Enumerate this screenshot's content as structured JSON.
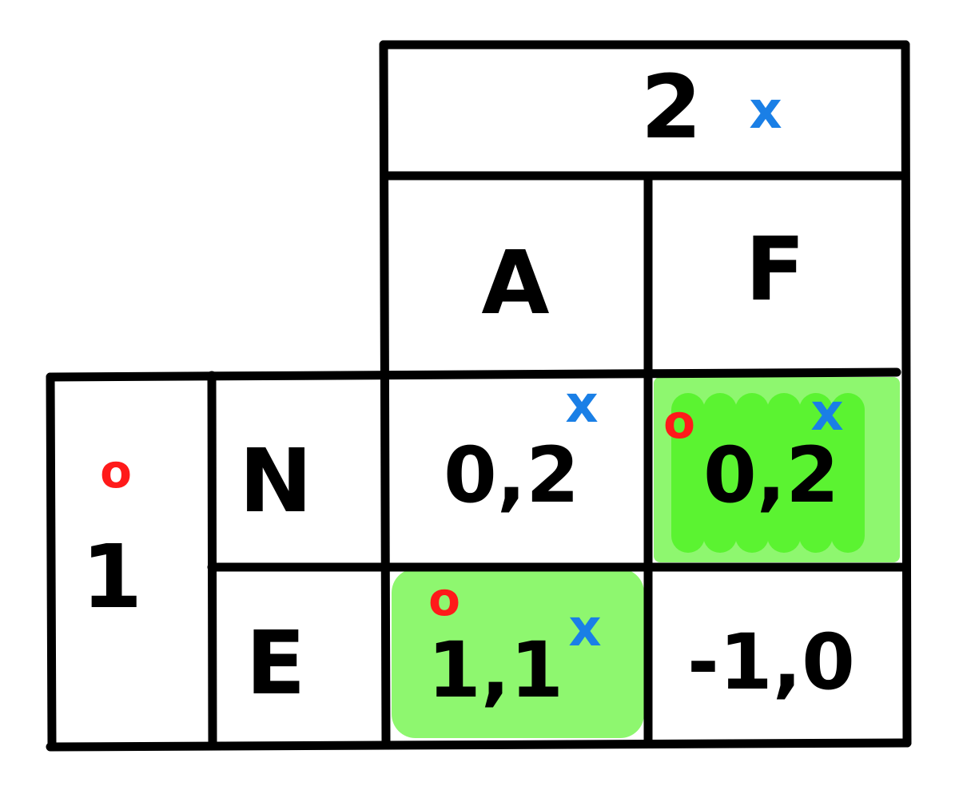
{
  "game": {
    "player2": {
      "label": "2",
      "mark": "x"
    },
    "player1": {
      "label": "1",
      "mark": "o"
    },
    "col_strategies": [
      "A",
      "F"
    ],
    "row_strategies": [
      "N",
      "E"
    ],
    "payoffs": [
      [
        "0,2",
        "0,2"
      ],
      [
        "1,1",
        "-1,0"
      ]
    ],
    "colors": {
      "ink": "#000000",
      "highlight": "#8ef76f",
      "highlight_strong": "#33f000",
      "p1_mark": "#ff1a1a",
      "p2_mark": "#1a7fe6"
    }
  }
}
